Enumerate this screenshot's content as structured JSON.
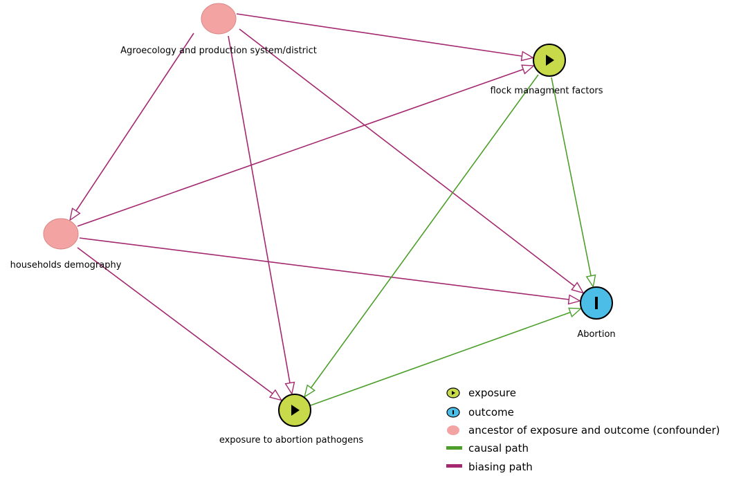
{
  "colors": {
    "exposure_fill": "#c8d94a",
    "outcome_fill": "#4bbde6",
    "confounder_fill": "#f4a3a3",
    "causal_edge": "#4b9f2a",
    "biasing_edge": "#a3286f",
    "node_stroke": "#000000"
  },
  "nodes": {
    "agro": {
      "label": "Agroecology and production system/district",
      "role": "confounder"
    },
    "households": {
      "label": "households demography",
      "role": "confounder"
    },
    "flock": {
      "label": "flock managment factors",
      "role": "exposure"
    },
    "pathogens": {
      "label": "exposure to abortion pathogens",
      "role": "exposure"
    },
    "abortion": {
      "label": "Abortion",
      "role": "outcome"
    }
  },
  "edges": [
    {
      "from": "agro",
      "to": "flock",
      "type": "biasing"
    },
    {
      "from": "agro",
      "to": "households",
      "type": "biasing"
    },
    {
      "from": "agro",
      "to": "pathogens",
      "type": "biasing"
    },
    {
      "from": "agro",
      "to": "abortion",
      "type": "biasing"
    },
    {
      "from": "households",
      "to": "flock",
      "type": "biasing"
    },
    {
      "from": "households",
      "to": "abortion",
      "type": "biasing"
    },
    {
      "from": "households",
      "to": "pathogens",
      "type": "biasing"
    },
    {
      "from": "flock",
      "to": "pathogens",
      "type": "causal"
    },
    {
      "from": "flock",
      "to": "abortion",
      "type": "causal"
    },
    {
      "from": "pathogens",
      "to": "abortion",
      "type": "causal"
    }
  ],
  "legend": {
    "exposure": "exposure",
    "outcome": "outcome",
    "confounder": "ancestor of exposure and outcome (confounder)",
    "causal": "causal path",
    "biasing": "biasing path"
  }
}
